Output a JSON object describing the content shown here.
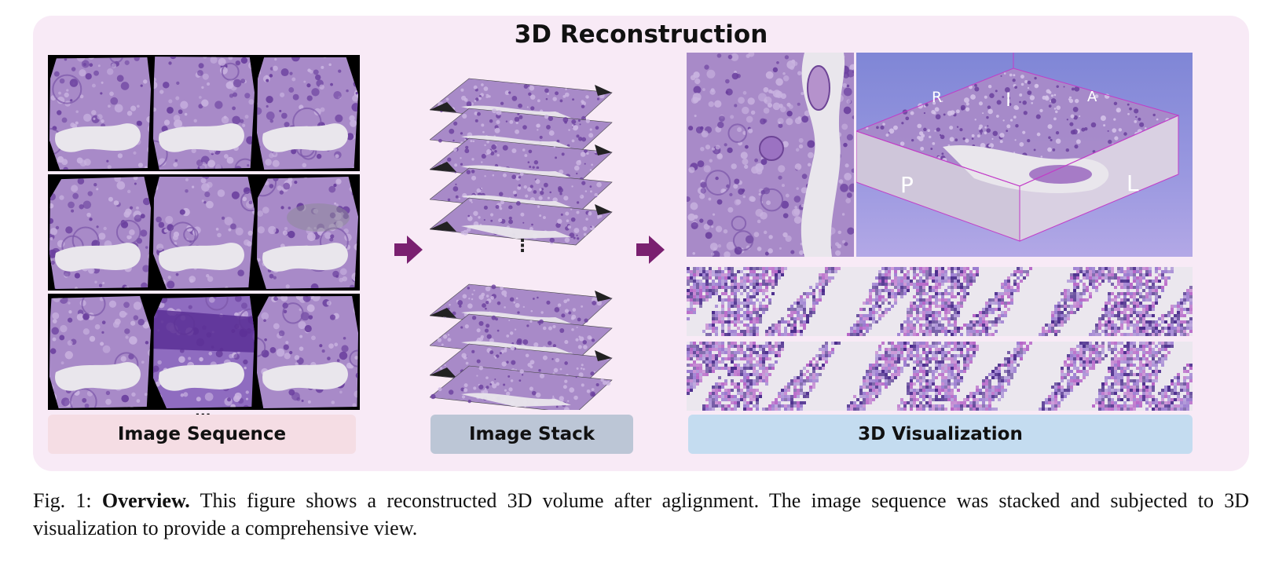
{
  "title": "3D Reconstruction",
  "labels": {
    "image_sequence": "Image Sequence",
    "image_stack": "Image Stack",
    "visualization": "3D Visualization"
  },
  "ellipsis": "...",
  "vertical_ellipsis": "⋮",
  "axis_labels": {
    "r": "R",
    "i": "I",
    "a": "A",
    "p": "P",
    "l": "L"
  },
  "caption": {
    "prefix": "Fig. 1:",
    "bold": "Overview.",
    "text": "This figure shows a reconstructed 3D volume after aglignment. The image sequence was stacked and subjected to 3D visualization to provide a comprehensive view."
  },
  "colors": {
    "panel_bg": "#f8eaf6",
    "tissue": "#a88ac8",
    "tissue_dark": "#6a3f9e",
    "lumen": "#e9e6ec",
    "arrow": "#7a2070",
    "label_sequence_bg": "#f5dde4",
    "label_stack_bg": "#bcc6d6",
    "label_vis_bg": "#c4dcf0",
    "vis_bg": "#8d8fd8"
  }
}
